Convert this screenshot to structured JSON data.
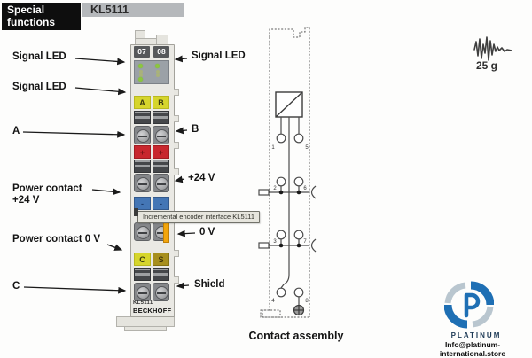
{
  "header": {
    "category": [
      "Special",
      "functions"
    ],
    "model": "KL5111"
  },
  "left_labels": [
    {
      "text": "Signal LED"
    },
    {
      "text": "Signal LED"
    },
    {
      "text": "A"
    },
    {
      "line1": "Power contact",
      "line2": "+24 V"
    },
    {
      "text": "Power contact 0 V"
    },
    {
      "text": "C"
    }
  ],
  "right_labels": [
    {
      "text": "Signal LED"
    },
    {
      "text": "B"
    },
    {
      "text": "+24 V"
    },
    {
      "text": "0 V"
    },
    {
      "text": "Shield"
    }
  ],
  "module": {
    "channels": [
      "07",
      "08"
    ],
    "terminals": {
      "a": "A",
      "b": "B",
      "plus": "+",
      "minus": "-",
      "c": "C",
      "shield": "S"
    },
    "model": "KL5111",
    "brand": "BECKHOFF"
  },
  "tooltip": {
    "text": "Incremental encoder interface KL5111"
  },
  "weight": {
    "label": "25 g"
  },
  "contact_assembly": {
    "title": "Contact assembly",
    "terminal_numbers": [
      "1",
      "5",
      "2",
      "6",
      "3",
      "7",
      "4",
      "8"
    ]
  },
  "branding": {
    "name": "PLATINUM",
    "email": "Info@platinum-international.store"
  },
  "colors": {
    "led_green": "#8cc63f",
    "terminal_yellow": "#d6d52c",
    "terminal_red": "#c8272e",
    "terminal_blue": "#4476b5",
    "terminal_olive": "#a78f1e",
    "highlight_orange": "#f2a50c",
    "brand_blue": "#1e6fb4",
    "brand_navy": "#1d3a56"
  }
}
